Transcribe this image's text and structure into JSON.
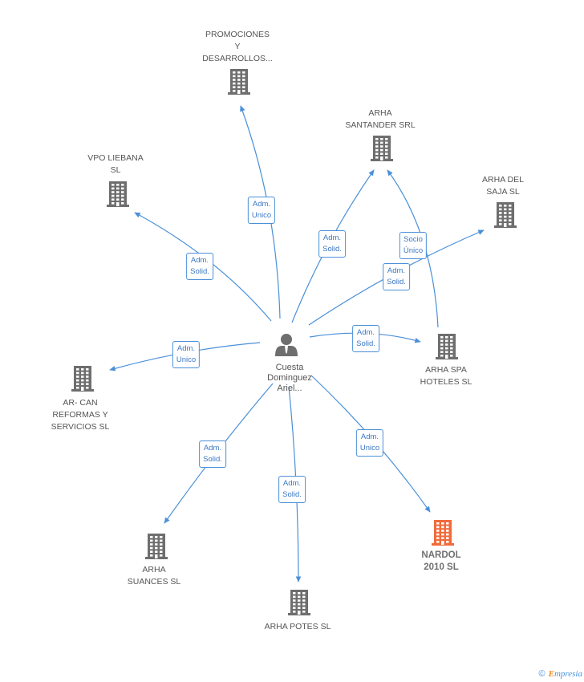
{
  "colors": {
    "edge": "#4a90d9",
    "building": "#6e6e6e",
    "building_highlight": "#f26a3b",
    "person": "#6e6e6e"
  },
  "center": {
    "icon": "person-icon",
    "name_lines": [
      "Cuesta",
      "Dominguez",
      "Ariel..."
    ]
  },
  "nodes": [
    {
      "id": "promociones",
      "icon": "building-icon",
      "lines": [
        "PROMOCIONES",
        "Y",
        "DESARROLLOS..."
      ]
    },
    {
      "id": "vpo-liebana",
      "icon": "building-icon",
      "lines": [
        "VPO LIEBANA",
        "SL"
      ]
    },
    {
      "id": "arha-santander",
      "icon": "building-icon",
      "lines": [
        "ARHA",
        "SANTANDER SRL"
      ]
    },
    {
      "id": "arha-del-saja",
      "icon": "building-icon",
      "lines": [
        "ARHA DEL",
        "SAJA SL"
      ]
    },
    {
      "id": "arha-spa-hoteles",
      "icon": "building-icon",
      "lines": [
        "ARHA SPA",
        "HOTELES SL"
      ]
    },
    {
      "id": "ar-can",
      "icon": "building-icon",
      "lines": [
        "AR- CAN",
        "REFORMAS Y",
        "SERVICIOS  SL"
      ]
    },
    {
      "id": "arha-suances",
      "icon": "building-icon",
      "lines": [
        "ARHA",
        "SUANCES SL"
      ]
    },
    {
      "id": "arha-potes",
      "icon": "building-icon",
      "lines": [
        "ARHA POTES SL"
      ]
    },
    {
      "id": "nardol",
      "icon": "building-icon",
      "highlight": true,
      "lines": [
        "NARDOL",
        "2010  SL"
      ]
    }
  ],
  "edges": [
    {
      "from": "center",
      "to": "promociones",
      "label": [
        "Adm.",
        "Unico"
      ]
    },
    {
      "from": "center",
      "to": "vpo-liebana",
      "label": [
        "Adm.",
        "Solid."
      ]
    },
    {
      "from": "center",
      "to": "arha-santander",
      "label": [
        "Adm.",
        "Solid."
      ]
    },
    {
      "from": "arha-spa-hoteles",
      "to": "arha-santander",
      "label": [
        "Socio",
        "Único"
      ]
    },
    {
      "from": "center",
      "to": "arha-del-saja",
      "label": [
        "Adm.",
        "Solid."
      ]
    },
    {
      "from": "center",
      "to": "arha-spa-hoteles",
      "label": [
        "Adm.",
        "Solid."
      ]
    },
    {
      "from": "center",
      "to": "ar-can",
      "label": [
        "Adm.",
        "Unico"
      ]
    },
    {
      "from": "center",
      "to": "arha-suances",
      "label": [
        "Adm.",
        "Solid."
      ]
    },
    {
      "from": "center",
      "to": "arha-potes",
      "label": [
        "Adm.",
        "Solid."
      ]
    },
    {
      "from": "center",
      "to": "nardol",
      "label": [
        "Adm.",
        "Unico"
      ]
    }
  ],
  "footer": {
    "copyright": "©",
    "brand_initial": "E",
    "brand_rest": "mpresia"
  }
}
